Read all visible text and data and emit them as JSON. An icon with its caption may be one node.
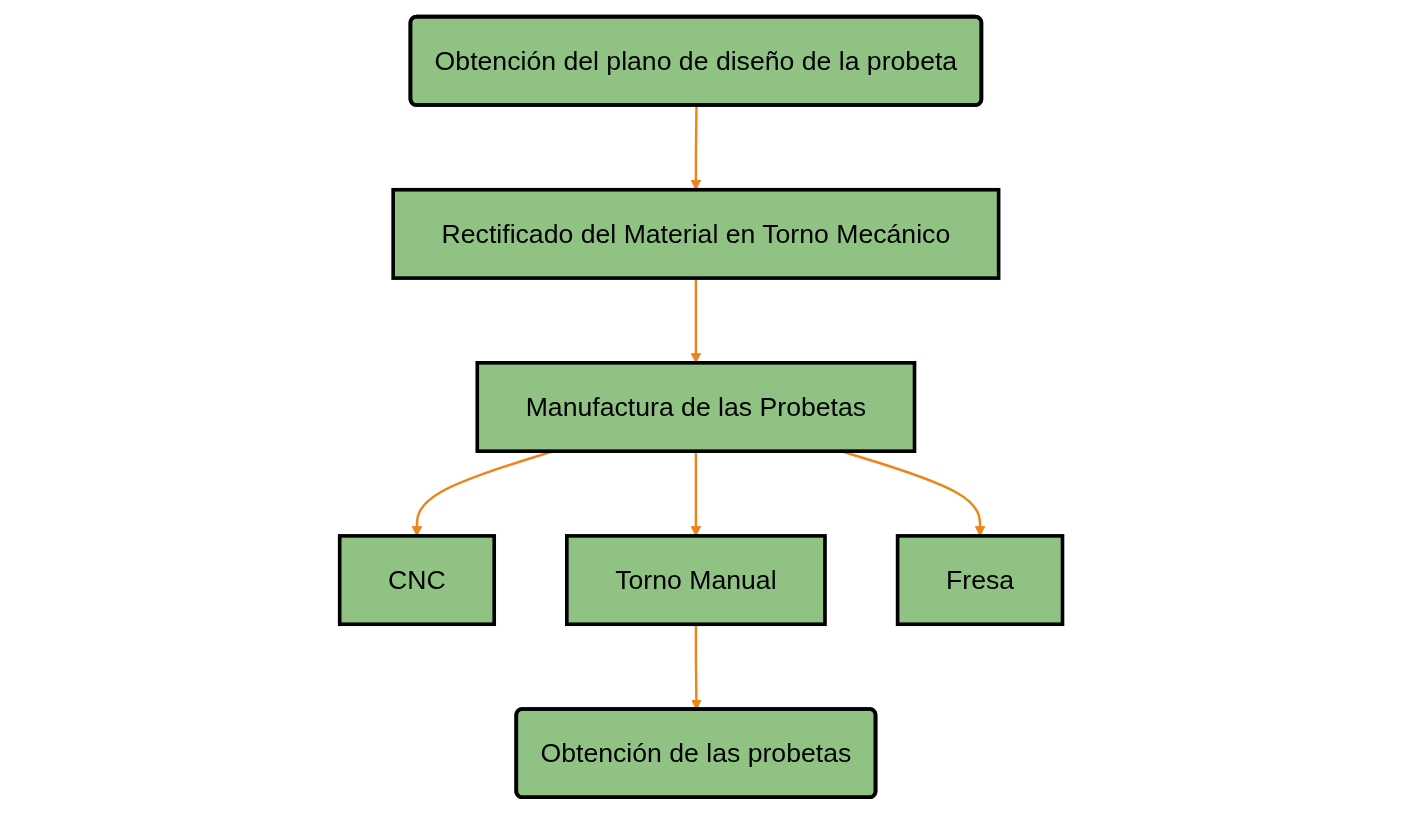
{
  "diagram": {
    "nodes": [
      {
        "text": [
          "Obtención del plano de diseño de la probeta"
        ]
      },
      {
        "text": [
          "Rectificado del Material en Torno Mecánico"
        ]
      },
      {
        "text": [
          "Manufactura de las Probetas"
        ]
      },
      {
        "text": [
          "CNC"
        ]
      },
      {
        "text": [
          "Torno Manual"
        ]
      },
      {
        "text": [
          "Fresa"
        ]
      },
      {
        "text": [
          "Obtención de las probetas"
        ]
      }
    ],
    "edges": [
      {
        "from": 0,
        "to": 1,
        "arrow": "to"
      },
      {
        "from": 1,
        "to": 2,
        "arrow": "to"
      },
      {
        "from": 2,
        "to": 3,
        "arrow": "to"
      },
      {
        "from": 2,
        "to": 4,
        "arrow": "to"
      },
      {
        "from": 2,
        "to": 5,
        "arrow": "to"
      },
      {
        "from": 4,
        "to": 6,
        "arrow": "to"
      }
    ]
  }
}
